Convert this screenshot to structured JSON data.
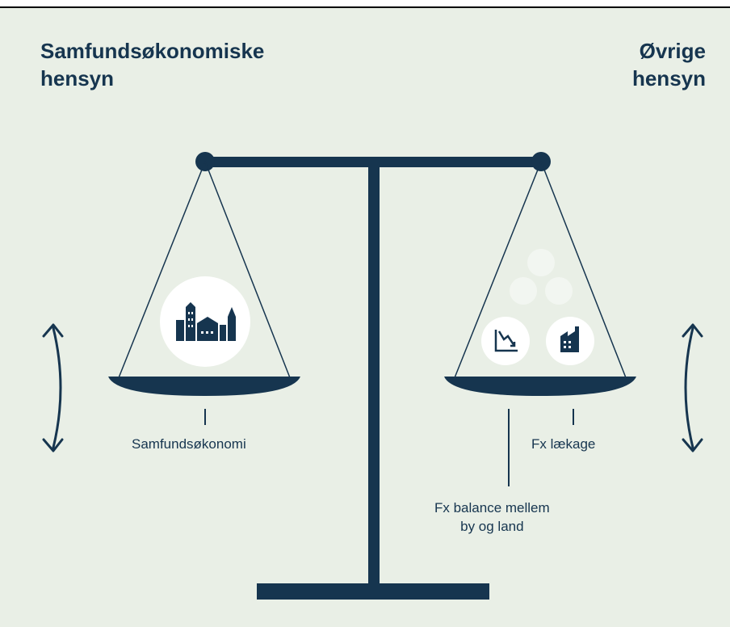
{
  "headings": {
    "left_line1": "Samfundsøkonomiske",
    "left_line2": "hensyn",
    "right_line1": "Øvrige",
    "right_line2": "hensyn"
  },
  "labels": {
    "left_pan": "Samfundsøkonomi",
    "right_pan_1": "Fx lækage",
    "right_pan_2_line1": "Fx balance mellem",
    "right_pan_2_line2": "by og land"
  },
  "icons": {
    "left_pan": "city-buildings-icon",
    "right_pan_chart": "declining-chart-icon",
    "right_pan_factory": "factory-icon",
    "arrows": "up-down-arrow-icon"
  },
  "colors": {
    "background": "#e9efe6",
    "primary": "#16354f",
    "white": "#ffffff"
  }
}
